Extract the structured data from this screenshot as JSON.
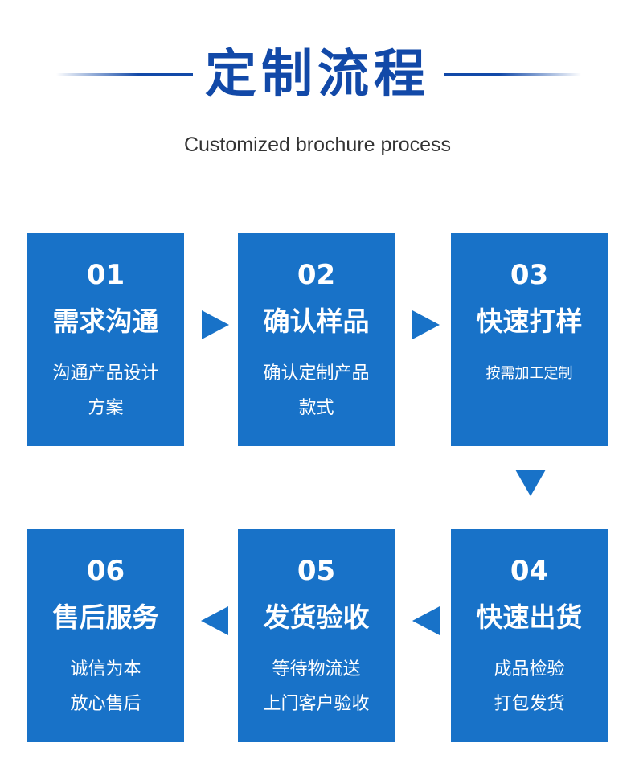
{
  "header": {
    "title": "定制流程",
    "subtitle": "Customized brochure process"
  },
  "steps": [
    {
      "num": "01",
      "name": "需求沟通",
      "desc1": "沟通产品设计",
      "desc2": "方案"
    },
    {
      "num": "02",
      "name": "确认样品",
      "desc1": "确认定制产品",
      "desc2": "款式"
    },
    {
      "num": "03",
      "name": "快速打样",
      "desc1": "按需加工定制",
      "desc2": ""
    },
    {
      "num": "04",
      "name": "快速出货",
      "desc1": "成品检验",
      "desc2": "打包发货"
    },
    {
      "num": "05",
      "name": "发货验收",
      "desc1": "等待物流送",
      "desc2": "上门客户验收"
    },
    {
      "num": "06",
      "name": "售后服务",
      "desc1": "诚信为本",
      "desc2": "放心售后"
    }
  ],
  "colors": {
    "title": "#1249a8",
    "card": "#1872c8",
    "arrow": "#1872c8",
    "subtitle": "#333333"
  },
  "icons": {
    "flow_arrow_right": "triangle-right",
    "flow_arrow_down": "triangle-down",
    "flow_arrow_left": "triangle-left"
  }
}
